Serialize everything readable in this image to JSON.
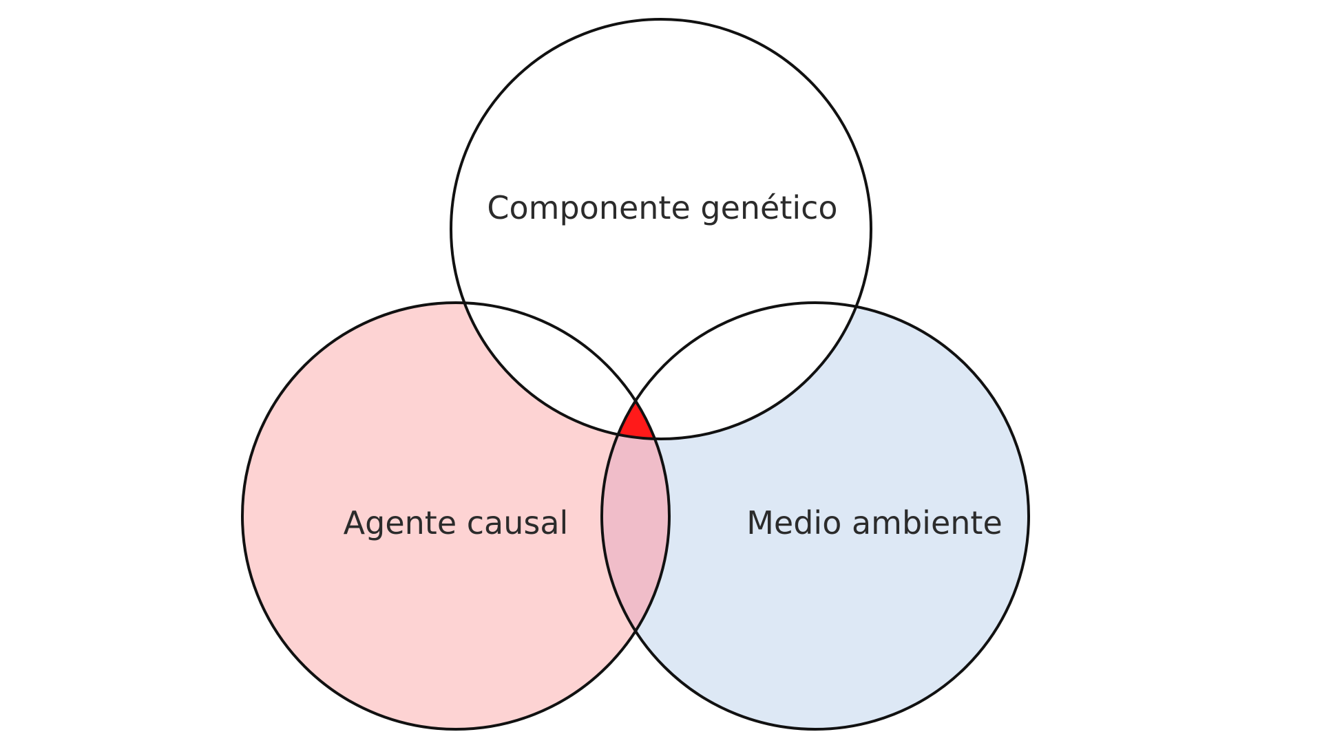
{
  "diagram": {
    "type": "venn-3",
    "sets": [
      {
        "id": "genetico",
        "label": "Componente genético",
        "fill": "#ffffff"
      },
      {
        "id": "agente",
        "label": "Agente causal",
        "fill": "#fdd3d3"
      },
      {
        "id": "medio",
        "label": "Medio ambiente",
        "fill": "#dde8f5"
      }
    ],
    "overlap_colors": {
      "agente_medio": "#f0bdc9",
      "all_three": "#ff1a1a"
    },
    "stroke_color": "#111111"
  }
}
